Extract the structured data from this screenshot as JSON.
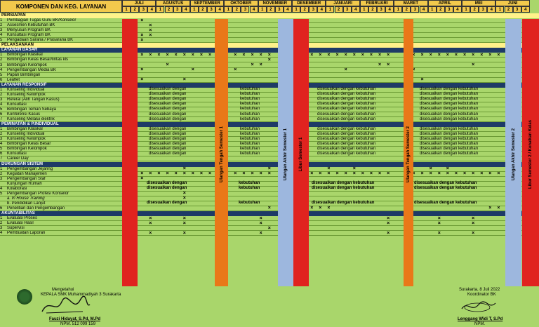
{
  "header": {
    "title": "KOMPONEN DAN KEG. LAYANAN",
    "months": [
      "JULI",
      "AGUSTUS",
      "SEPTEMBER",
      "OKTOBER",
      "NOVEMBER",
      "DESEMBER",
      "JANUARI",
      "FEBRUARI",
      "MARET",
      "APRIL",
      "MEI",
      "JUNI"
    ],
    "weeks": [
      "1",
      "2",
      "3",
      "4"
    ]
  },
  "sections": [
    {
      "title": "PERSIAPAN",
      "style": "yellow"
    },
    {
      "title": "PELAKSANAAN",
      "style": "yellow"
    },
    {
      "title": "LAYANAN DASAR",
      "style": "navy"
    },
    {
      "title": "LAYANAN RESPONSIF",
      "style": "navy"
    },
    {
      "title": "PEMINATAN & P.INDIVIDUAL",
      "style": "navy"
    },
    {
      "title": "DUKUNGAN SISTEM",
      "style": "navy"
    },
    {
      "title": "AKUNTABILITAS",
      "style": "navy"
    }
  ],
  "rows": [
    {
      "num": "1",
      "label": "Pembagian Tugas Guru BK/Konselor"
    },
    {
      "num": "2",
      "label": "Assesmen Kebutuhan BK"
    },
    {
      "num": "3",
      "label": "Menyusun Program BK"
    },
    {
      "num": "4",
      "label": "Konsultasi Program BK"
    },
    {
      "num": "5",
      "label": "Pengadaan Sarana / Prasarana BK"
    },
    {
      "num": "1",
      "label": "Bimbingan Klasikal"
    },
    {
      "num": "2",
      "label": "Bimbingan Kelas Besar/lintas kls"
    },
    {
      "num": "3",
      "label": "Bimbingan Kelompok"
    },
    {
      "num": "4",
      "label": "Pengembangan Media BK"
    },
    {
      "num": "5",
      "label": "Papan Bimbingan"
    },
    {
      "num": "6",
      "label": "Leaflet"
    },
    {
      "num": "1",
      "label": "Konseling Individual"
    },
    {
      "num": "2",
      "label": "Konseling Kelompok"
    },
    {
      "num": "3",
      "label": "Referal (Alih Tangan Kasus)"
    },
    {
      "num": "4",
      "label": "Konsultasi"
    },
    {
      "num": "5",
      "label": "Bimbingan Teman Sebaya"
    },
    {
      "num": "6",
      "label": "Konferensi Kasus"
    },
    {
      "num": "7",
      "label": "Konseling Melalui elektrik"
    },
    {
      "num": "1",
      "label": "Bimbingan Klasikal"
    },
    {
      "num": "2",
      "label": "Konseling Individual"
    },
    {
      "num": "3",
      "label": "Konseling Kelompok"
    },
    {
      "num": "4",
      "label": "Bimbingan Kelas Besar"
    },
    {
      "num": "5",
      "label": "Bimbingan Kelompok"
    },
    {
      "num": "6",
      "label": "Konsultasi"
    },
    {
      "num": "7",
      "label": "Career Day"
    },
    {
      "num": "1",
      "label": "Pengembangan Jejaring"
    },
    {
      "num": "2",
      "label": "Kegiatan Manajemen"
    },
    {
      "num": "3",
      "label": "Pengembangan Staf"
    },
    {
      "num": "",
      "label": "Kunjungan Rumah"
    },
    {
      "num": "4",
      "label": "Kolaborasi"
    },
    {
      "num": "5",
      "label": "Pengembangan Profesi Konselor"
    },
    {
      "num": "",
      "label": "a. In House Training"
    },
    {
      "num": "",
      "label": "b. Pendidikan Lanjut"
    },
    {
      "num": "6",
      "label": "Penelitian dan Pengembangan"
    },
    {
      "num": "1",
      "label": "Evaluasi Proses"
    },
    {
      "num": "2",
      "label": "Evaluasi Hasil"
    },
    {
      "num": "3",
      "label": "Supervisi"
    },
    {
      "num": "4",
      "label": "Pembuatan Laporan"
    }
  ],
  "bands": {
    "uts1": "Ulangan Tengah Semester 1",
    "uas1": "Ulangan Akhir Semester 1",
    "libur1": "Libur Semester 1",
    "uts2": "Ulangan Tengah Semester 2",
    "uas2": "Ulangan Akhir Semester 2",
    "libur2": "Libur Semester 2 / Kenaikan Kelas"
  },
  "notes": {
    "disesuaikan": "disesuaikan dengan",
    "kebutuhan": "kebutuhan",
    "disesuaikan_kebutuhan": "disesuaikan dengan kebutuhan",
    "disesuaikan_bold": "disesuaikan dengan",
    "kebutuhan_bold": "kebutuhan",
    "disesuaikan_kebutuhan_bold": "disesuaikan dengan kebutuhan"
  },
  "footer": {
    "left_line1": "Mengetahui",
    "left_line2": "KEPALA SMK Muhammadiyah 3 Surakarta",
    "left_name": "Fauzi Hidayat, S.Pd, M.Pd",
    "left_id": "NPM. 512 099 159",
    "right_line1": "Surakarta, 8 Juli 2022",
    "right_line2": "Koordinator BK",
    "right_name": "Lenggang Widi T, S.Pd",
    "right_id": "NPM."
  },
  "colors": {
    "background": "#a9d66b",
    "header_fill": "#f2c94c",
    "section_navy": "#1e3b66",
    "band_red": "#e0231f",
    "band_orange": "#e97819",
    "band_blue": "#9db7de"
  }
}
